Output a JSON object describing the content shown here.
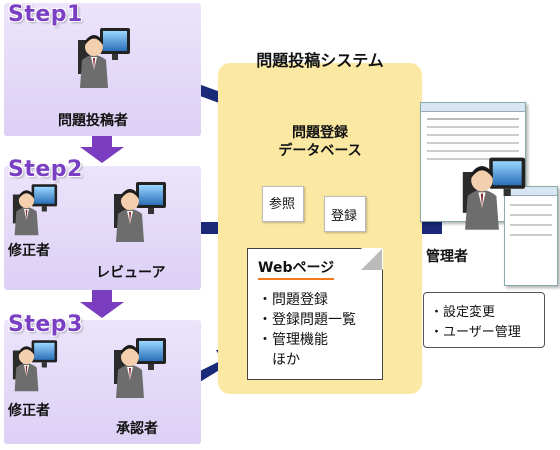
{
  "steps": {
    "step1": "Step1",
    "step2": "Step2",
    "step3": "Step3"
  },
  "system": {
    "title": "問題投稿システム",
    "database_line1": "問題登録",
    "database_line2": "データベース",
    "reference_label": "参照",
    "register_label": "登録"
  },
  "webpage": {
    "title": "Webページ",
    "items": [
      "・問題登録",
      "・登録問題一覧",
      "・管理機能",
      "　ほか"
    ]
  },
  "roles": {
    "submitter": "問題投稿者",
    "corrector": "修正者",
    "reviewer": "レビューア",
    "approver": "承認者",
    "administrator": "管理者"
  },
  "admin_box": {
    "items": [
      "・設定変更",
      "・ユーザー管理"
    ]
  },
  "colors": {
    "step_bg": "#dcd0f5",
    "step_text": "#7b3fc4",
    "system_bg": "#fbe9a3",
    "arrow_navy": "#1a2a78",
    "arrow_purple": "#7a3dbf",
    "database": "#f26acb"
  },
  "icons": [
    "person-at-computer-icon",
    "database-icon",
    "document-icon",
    "screenshot-icon"
  ]
}
